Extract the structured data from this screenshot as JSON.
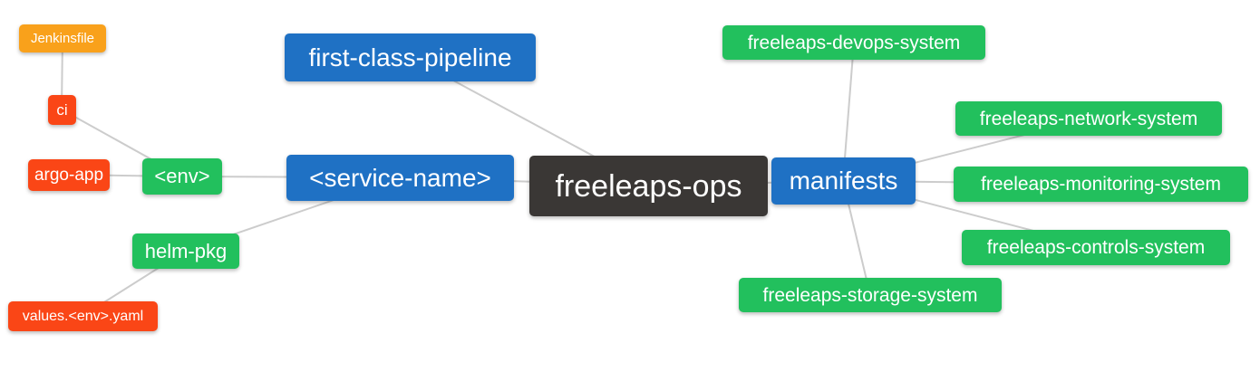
{
  "diagram": {
    "type": "mindmap",
    "root": "freeleaps-ops",
    "colors": {
      "root_node": "#3a3735",
      "level2_node": "#1f71c4",
      "green_node": "#22c05d",
      "red_node": "#fa4616",
      "orange_node": "#f9a11b",
      "edge": "#cccccc",
      "text": "#ffffff",
      "background": "#ffffff"
    },
    "nodes": {
      "ops": {
        "label": "freeleaps-ops"
      },
      "fcp": {
        "label": "first-class-pipeline"
      },
      "service": {
        "label": "<service-name>"
      },
      "manifests": {
        "label": "manifests"
      },
      "env": {
        "label": "<env>"
      },
      "helm": {
        "label": "helm-pkg"
      },
      "ci": {
        "label": "ci"
      },
      "argo": {
        "label": "argo-app"
      },
      "jenkinsfile": {
        "label": "Jenkinsfile"
      },
      "values": {
        "label": "values.<env>.yaml"
      },
      "devops": {
        "label": "freeleaps-devops-system"
      },
      "network": {
        "label": "freeleaps-network-system"
      },
      "monitoring": {
        "label": "freeleaps-monitoring-system"
      },
      "controls": {
        "label": "freeleaps-controls-system"
      },
      "storage": {
        "label": "freeleaps-storage-system"
      }
    },
    "edges": [
      [
        "jenkinsfile",
        "ci"
      ],
      [
        "ci",
        "env"
      ],
      [
        "argo",
        "env"
      ],
      [
        "env",
        "service"
      ],
      [
        "helm",
        "service"
      ],
      [
        "values",
        "helm"
      ],
      [
        "service",
        "ops"
      ],
      [
        "fcp",
        "ops"
      ],
      [
        "ops",
        "manifests"
      ],
      [
        "manifests",
        "devops"
      ],
      [
        "manifests",
        "network"
      ],
      [
        "manifests",
        "monitoring"
      ],
      [
        "manifests",
        "controls"
      ],
      [
        "manifests",
        "storage"
      ]
    ]
  }
}
